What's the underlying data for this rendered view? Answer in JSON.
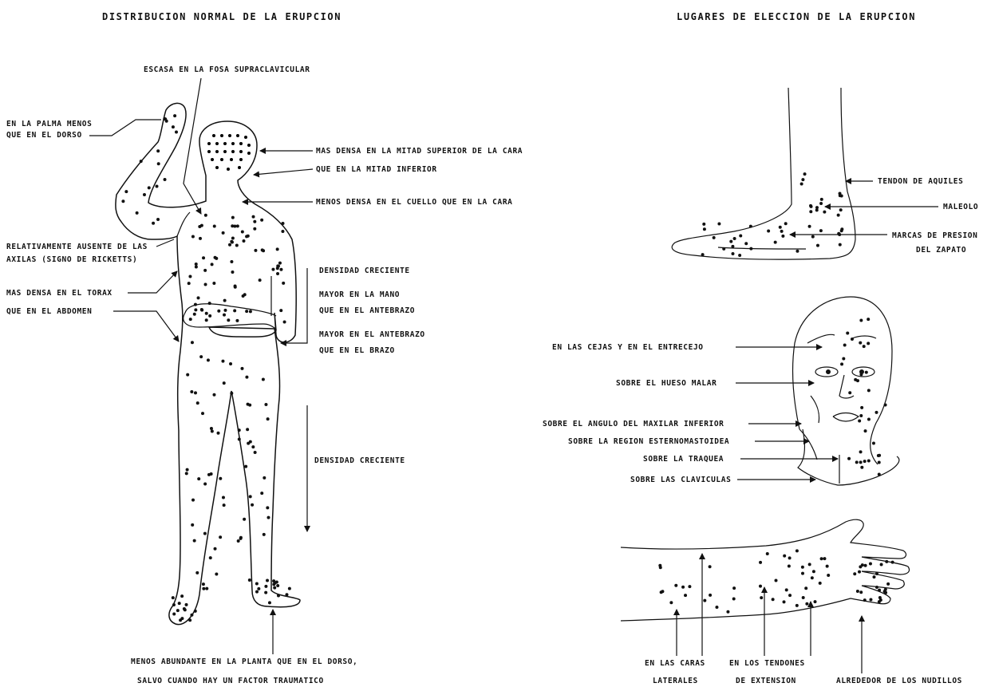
{
  "titles": {
    "left": "DISTRIBUCION NORMAL DE LA ERUPCION",
    "right": "LUGARES DE ELECCION DE LA ERUPCION"
  },
  "body_labels": {
    "supraclavicular": "ESCASA EN LA FOSA SUPRACLAVICULAR",
    "palm_1": "EN LA PALMA MENOS",
    "palm_2": "QUE EN EL DORSO",
    "face_1": "MAS DENSA EN LA MITAD SUPERIOR DE LA CARA",
    "face_2": "QUE EN LA MITAD INFERIOR",
    "neck": "MENOS DENSA EN EL CUELLO QUE EN LA CARA",
    "axilla_1": "RELATIVAMENTE AUSENTE DE LAS",
    "axilla_2": "AXILAS (SIGNO DE RICKETTS)",
    "thorax_1": "MAS DENSA EN EL TORAX",
    "thorax_2": "QUE EN EL ABDOMEN",
    "density": "DENSIDAD CRECIENTE",
    "hand_1": "MAYOR EN LA MANO",
    "hand_2": "QUE EN EL ANTEBRAZO",
    "forearm_1": "MAYOR EN EL ANTEBRAZO",
    "forearm_2": "QUE EN EL BRAZO",
    "legs_density": "DENSIDAD CRECIENTE",
    "sole_1": "MENOS ABUNDANTE EN LA PLANTA QUE EN EL DORSO,",
    "sole_2": "SALVO CUANDO HAY UN FACTOR TRAUMATICO"
  },
  "foot_labels": {
    "achilles": "TENDON DE AQUILES",
    "malleolus": "MALEOLO",
    "shoe_1": "MARCAS DE PRESION",
    "shoe_2": "DEL ZAPATO"
  },
  "head_labels": {
    "eyebrows": "EN LAS CEJAS Y EN EL ENTRECEJO",
    "malar": "SOBRE EL HUESO MALAR",
    "jaw": "SOBRE EL ANGULO DEL MAXILAR INFERIOR",
    "sternomastoid": "SOBRE LA REGION ESTERNOMASTOIDEA",
    "trachea": "SOBRE LA TRAQUEA",
    "clavicles": "SOBRE LAS CLAVICULAS"
  },
  "hand_labels": {
    "lateral_1": "EN LAS CARAS",
    "lateral_2": "LATERALES",
    "tendons_1": "EN LOS TENDONES",
    "tendons_2": "DE EXTENSION",
    "knuckles": "ALREDEDOR DE LOS NUDILLOS"
  }
}
